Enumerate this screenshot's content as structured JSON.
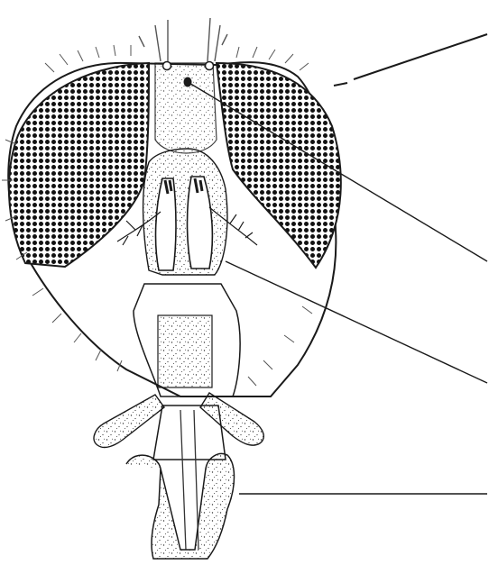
{
  "figure": {
    "subject": "fly-head-frontal-view",
    "style": "monochrome-line-drawing",
    "ink_color": "#1a1a1a",
    "paper_color": "#ffffff",
    "eye_dot_color": "#111111",
    "stipple_color": "#333333",
    "parts": [
      "compound-eyes",
      "ocelli",
      "frons",
      "antennae",
      "face",
      "maxillary-palps",
      "proboscis",
      "labellum"
    ],
    "leader_line_count": 4,
    "labels": []
  }
}
